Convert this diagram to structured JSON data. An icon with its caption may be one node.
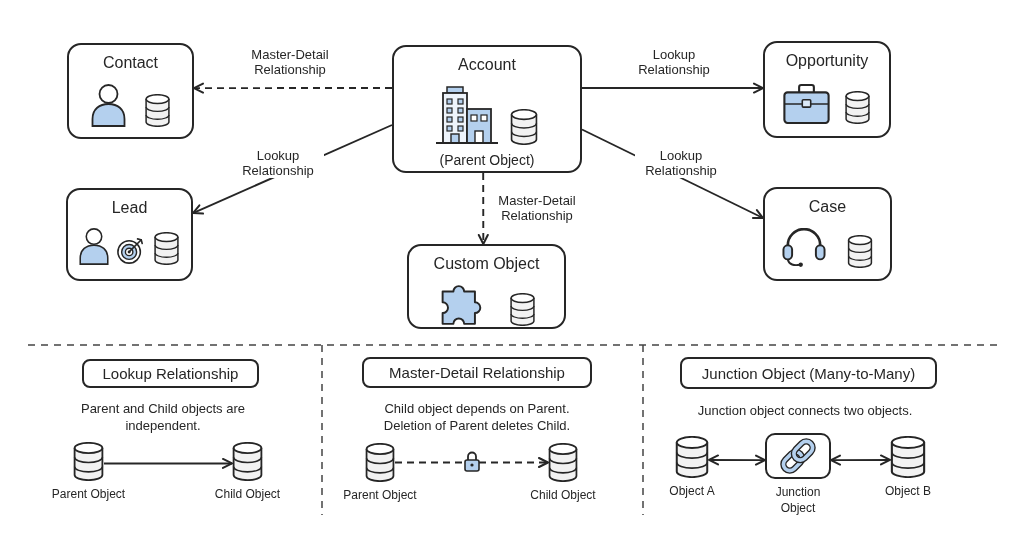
{
  "diagram": {
    "nodes": [
      {
        "text": [
          "Contact"
        ]
      },
      {
        "text": [
          "Account",
          "(Parent Object)"
        ]
      },
      {
        "text": [
          "Opportunity"
        ]
      },
      {
        "text": [
          "Lead"
        ]
      },
      {
        "text": [
          "Case"
        ]
      },
      {
        "text": [
          "Custom Object"
        ]
      },
      {
        "text": [
          "Lookup Relationship"
        ]
      },
      {
        "text": [],
        "shape": "cylinder",
        "beside": [
          "Parent Object"
        ]
      },
      {
        "text": [],
        "shape": "cylinder",
        "beside": [
          "Child Object"
        ]
      },
      {
        "text": [
          "Master-Detail Relationship"
        ]
      },
      {
        "text": [],
        "shape": "cylinder",
        "beside": [
          "Parent Object"
        ]
      },
      {
        "text": [],
        "shape": "cylinder",
        "beside": [
          "Child Object"
        ]
      },
      {
        "text": [
          "Junction Object (Many-to-Many)"
        ]
      },
      {
        "text": [],
        "shape": "cylinder",
        "beside": [
          "Object A"
        ]
      },
      {
        "text": [],
        "shape": "box",
        "beside": [
          "Junction Object"
        ]
      },
      {
        "text": [],
        "shape": "cylinder",
        "beside": [
          "Object B"
        ]
      }
    ],
    "edges": [
      {
        "from": 1,
        "to": 0,
        "arrow": "to",
        "label": "Master-Detail Relationship",
        "style": "dashed"
      },
      {
        "from": 1,
        "to": 3,
        "arrow": "to",
        "label": "Lookup Relationship"
      },
      {
        "from": 1,
        "to": 2,
        "arrow": "to",
        "label": "Lookup Relationship"
      },
      {
        "from": 1,
        "to": 4,
        "arrow": "to",
        "label": "Lookup Relationship"
      },
      {
        "from": 1,
        "to": 5,
        "arrow": "to",
        "label": "Master-Detail Relationship",
        "style": "dashed"
      },
      {
        "from": 7,
        "to": 8,
        "arrow": "to"
      },
      {
        "from": 10,
        "to": 11,
        "arrow": "to",
        "style": "dashed"
      },
      {
        "from": 13,
        "to": 14,
        "arrow": "both"
      },
      {
        "from": 14,
        "to": 15,
        "arrow": "both"
      }
    ],
    "labels": [
      "Parent and Child objects are independent.",
      "Child object depends on Parent. Deletion of Parent deletes Child.",
      "Junction object connects two objects."
    ]
  }
}
